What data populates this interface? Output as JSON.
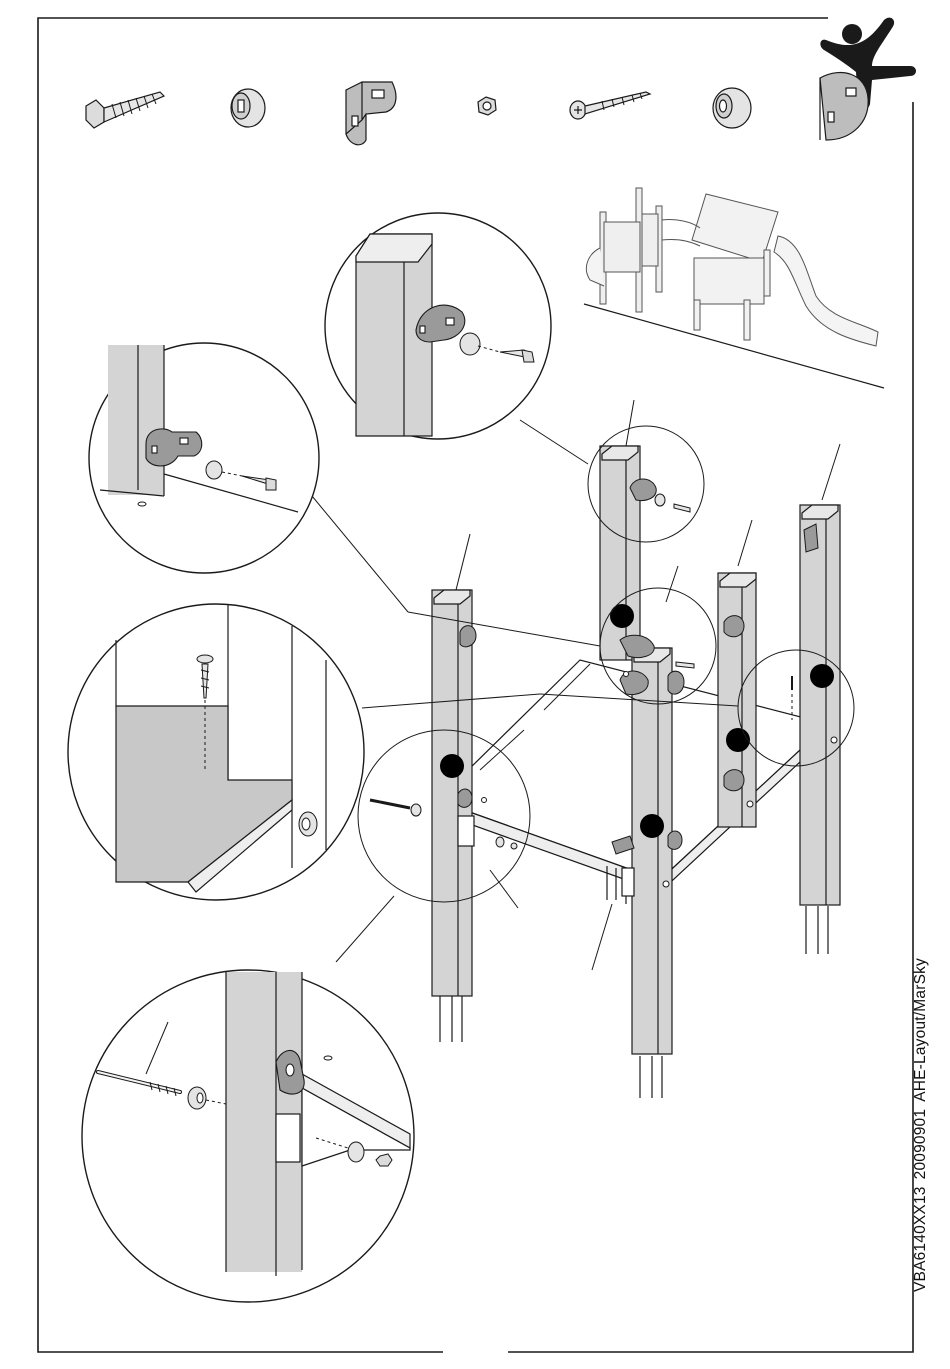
{
  "sheet": {
    "code": "VBA6140XX13",
    "date": "20090901",
    "layout": "AHE-Layout/MarSky"
  },
  "hardware": [
    {
      "name": "hex-lag-screw"
    },
    {
      "name": "cap-washer"
    },
    {
      "name": "corner-bracket"
    },
    {
      "name": "hex-nut"
    },
    {
      "name": "phillips-wood-screw"
    },
    {
      "name": "flat-washer"
    },
    {
      "name": "round-bracket"
    }
  ],
  "colors": {
    "line": "#1a1a1a",
    "post": "#d4d4d4",
    "panel": "#c8c8c8",
    "bracket": "#9a9a9a",
    "marker": "#000000"
  }
}
